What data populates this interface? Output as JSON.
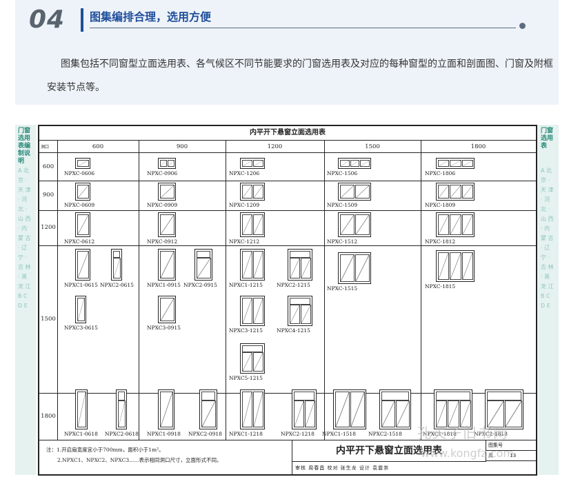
{
  "header": {
    "section_number": "04",
    "section_title": "图集编排合理，选用方便",
    "intro": "图集包括不同窗型立面选用表、各气候区不同节能要求的门窗选用表及对应的每种窗型的立面和剖面图、门窗及附框安装节点等。"
  },
  "drawing": {
    "left_tab": "门窗选用表编制说明",
    "right_tab": "门窗选用表",
    "table_title": "内平开下悬窗立面选用表",
    "corner_label": "洞口",
    "columns": [
      "600",
      "900",
      "1200",
      "1500",
      "1800"
    ],
    "rows": [
      "600",
      "900",
      "1200",
      "1500",
      "1800"
    ],
    "windows": [
      "NPXC-0606",
      "NPXC-0906",
      "NPXC-1206",
      "NPXC-1506",
      "NPXC-1806",
      "NPXC-0609",
      "NPXC-0909",
      "NPXC-1209",
      "NPXC-1509",
      "NPXC-1809",
      "NPXC-0612",
      "NPXC-0912",
      "NPXC-1212",
      "NPXC-1512",
      "NPXC-1812",
      "NPXC1-0615",
      "NPXC2-0615",
      "NPXC1-0915",
      "NPXC2-0915",
      "NPXC1-1215",
      "NPXC2-1215",
      "NPXC-1515",
      "NPXC-1815",
      "NPXC3-0615",
      "NPXC3-0915",
      "NPXC3-1215",
      "NPXC4-1215",
      "NPXC5-1215",
      "NPXC1-0618",
      "NPXC2-0618",
      "NPXC1-0918",
      "NPXC2-0918",
      "NPXC1-1218",
      "NPXC2-1218",
      "NPXC1-1518",
      "NPXC2-1518",
      "NPXC1-1818",
      "NPXC2-1818"
    ],
    "notes": [
      "注：1.开启扇宽度宜小于700mm，面积小于1m²。",
      "2.NPXC1、NPXC2、NPXC3......表示相同洞口尺寸，立面形式不同。"
    ],
    "title_block": {
      "main": "内平开下悬窗立面选用表",
      "atlas_label": "图集号",
      "page_label": "页",
      "page_number": "13",
      "signatures": "审核 周春昌 校对 张生龙 设计 袁震崇"
    },
    "watermark_cn": "孔夫子旧书网",
    "watermark_en": "www.kongfz.com"
  }
}
